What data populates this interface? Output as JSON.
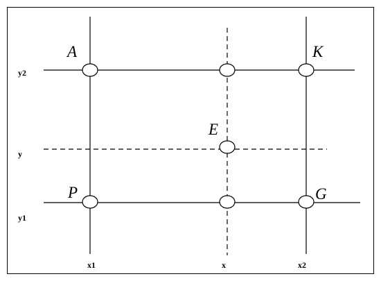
{
  "diagram": {
    "axis_labels": {
      "x1": "x1",
      "x": "x",
      "x2": "x2",
      "y1": "y1",
      "y": "y",
      "y2": "y2"
    },
    "point_labels": {
      "A": "A",
      "K": "K",
      "E": "E",
      "P": "P",
      "G": "G"
    },
    "colors": {
      "stroke": "#000000",
      "background": "#ffffff",
      "node_fill": "#ffffff"
    }
  }
}
